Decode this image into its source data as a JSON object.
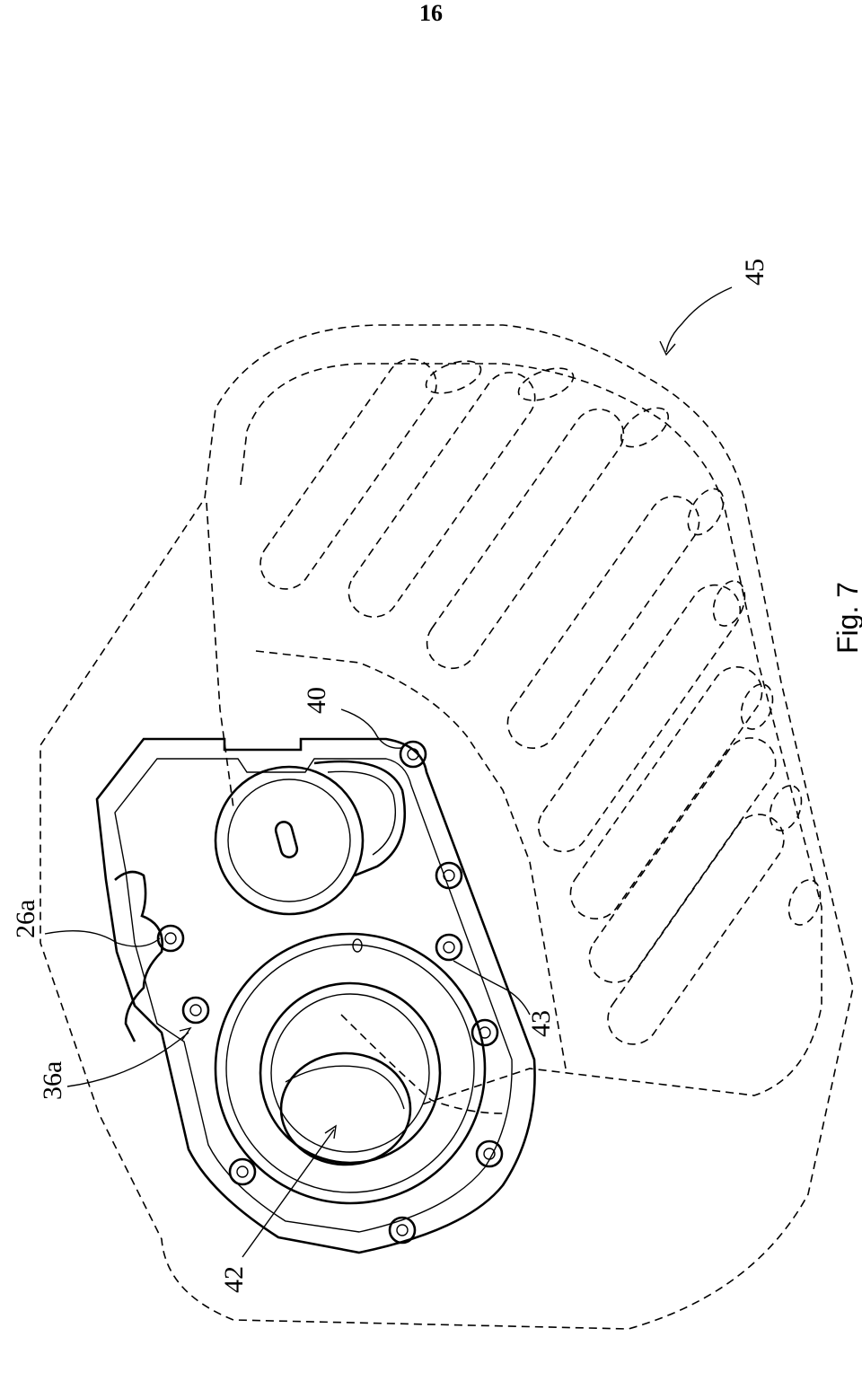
{
  "page_number": "16",
  "figure_caption": "Fig. 7",
  "reference_labels": {
    "r26a": "26a",
    "r36a": "36a",
    "r40": "40",
    "r42": "42",
    "r43": "43",
    "r45": "45"
  }
}
